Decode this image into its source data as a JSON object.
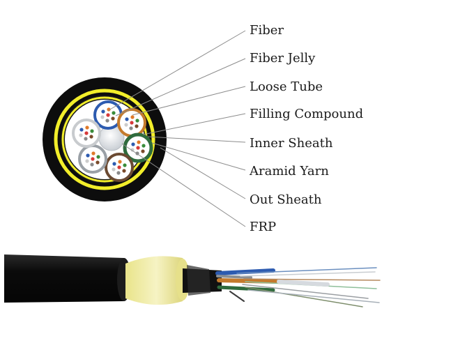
{
  "labels": [
    "Fiber",
    "Fiber Jelly",
    "Loose Tube",
    "Filling Compound",
    "Inner Sheath",
    "Aramid Yarn",
    "Out Sheath",
    "FRP"
  ],
  "colors": {
    "outer_sheath": "#0d0d0d",
    "aramid_yarn": "#f2ee2a",
    "inner_sheath": "#1a1a1a",
    "filling_compound": "#ffffff",
    "frp": "#d9dde2",
    "tube_blue": "#2d5bb0",
    "tube_orange": "#c47a2c",
    "tube_green": "#2f6b3d",
    "tube_brown": "#6b4a32",
    "tube_gray": "#9aa0a6",
    "tube_white": "#d8dadc",
    "leader_line": "#8c8c8c"
  }
}
